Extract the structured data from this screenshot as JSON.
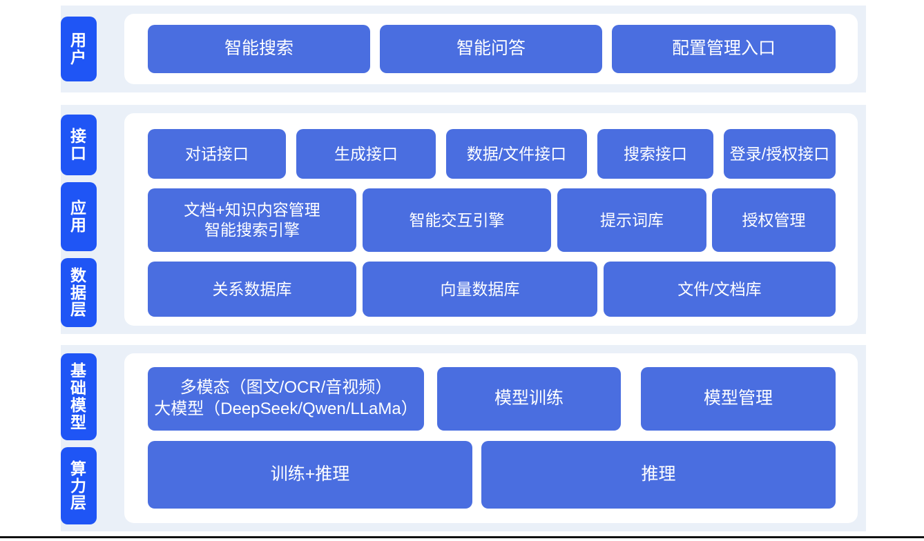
{
  "colors": {
    "tab_blue": "#1f55f5",
    "box_blue": "#4a6ee0",
    "panel_bg": "#eaf0f8",
    "inner_panel": "#ffffff",
    "text_on_blue": "#ffffff",
    "bottom_rule": "#111111"
  },
  "sections": [
    {
      "id": "user",
      "tabs": [
        {
          "label": "用户"
        }
      ],
      "boxes": [
        {
          "label": "智能搜索"
        },
        {
          "label": "智能问答"
        },
        {
          "label": "配置管理入口"
        }
      ]
    },
    {
      "id": "middle",
      "tabs": [
        {
          "label": "接口"
        },
        {
          "label": "应用"
        },
        {
          "label": "数据层"
        }
      ],
      "rows": [
        {
          "id": "interface-row",
          "boxes": [
            {
              "label": "对话接口"
            },
            {
              "label": "生成接口"
            },
            {
              "label": "数据/文件接口"
            },
            {
              "label": "搜索接口"
            },
            {
              "label": "登录/授权接口"
            }
          ]
        },
        {
          "id": "application-row",
          "boxes": [
            {
              "label": "文档+知识内容管理\n智能搜索引擎"
            },
            {
              "label": "智能交互引擎"
            },
            {
              "label": "提示词库"
            },
            {
              "label": "授权管理"
            }
          ]
        },
        {
          "id": "data-row",
          "boxes": [
            {
              "label": "关系数据库"
            },
            {
              "label": "向量数据库"
            },
            {
              "label": "文件/文档库"
            }
          ]
        }
      ]
    },
    {
      "id": "base",
      "tabs": [
        {
          "label": "基础模型"
        },
        {
          "label": "算力层"
        }
      ],
      "rows": [
        {
          "id": "model-row",
          "boxes": [
            {
              "label": "多模态（图文/OCR/音视频）\n大模型（DeepSeek/Qwen/LLaMa）"
            },
            {
              "label": "模型训练"
            },
            {
              "label": "模型管理"
            }
          ]
        },
        {
          "id": "compute-row",
          "boxes": [
            {
              "label": "训练+推理"
            },
            {
              "label": "推理"
            }
          ]
        }
      ]
    }
  ]
}
